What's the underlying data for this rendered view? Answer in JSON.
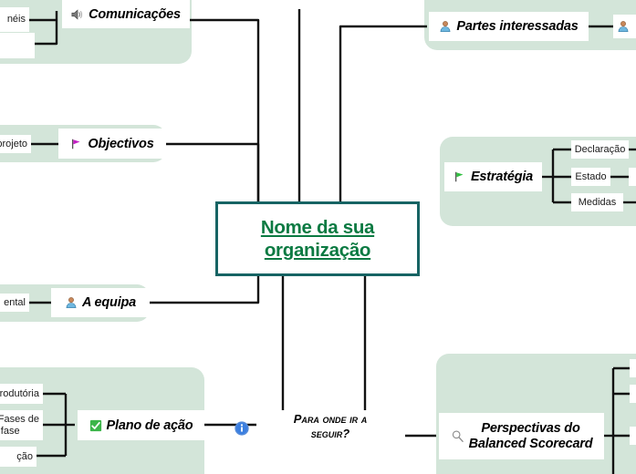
{
  "document": {
    "type": "mind-map",
    "central_node": {
      "label": "Nome da sua organização",
      "line1": "Nome da sua ",
      "line2": "organização",
      "text_color": "#0b7a42",
      "border_color": "#176464"
    },
    "panel_color": "#d3e5d9",
    "footer": {
      "caption_line1": "Para onde ir a",
      "caption_line2": "seguir?",
      "icon": "info-icon",
      "icon_color": "#2f6fd0"
    }
  },
  "branches": [
    {
      "id": "comunicacoes",
      "label": "Comunicações",
      "icon": "speaker-icon",
      "position": "top-left",
      "children": [
        {
          "label": "néis",
          "clipped": true
        },
        {
          "label": "",
          "clipped": true
        }
      ]
    },
    {
      "id": "objectivos",
      "label": "Objectivos",
      "icon": "flag-icon",
      "icon_color": "#c41fc4",
      "position": "left-upper",
      "children": [
        {
          "label": "projeto",
          "clipped": true
        }
      ]
    },
    {
      "id": "a-equipa",
      "label": "A equipa",
      "icon": "person-icon",
      "position": "left-lower",
      "children": [
        {
          "label": "ental",
          "clipped": true
        }
      ]
    },
    {
      "id": "plano-de-acao",
      "label": "Plano de ação",
      "icon": "checkbox-icon",
      "icon_color": "#3cb54a",
      "position": "bottom-left",
      "children": [
        {
          "label": "ntrodutória",
          "clipped": true
        },
        {
          "label": "oFases de\no fase",
          "clipped": true
        },
        {
          "label": "ção",
          "clipped": true
        }
      ]
    },
    {
      "id": "partes-interessadas",
      "label": "Partes interessadas",
      "icon": "person-icon",
      "position": "top-right",
      "children": [
        {
          "label": "",
          "icon": "person-icon",
          "clipped": true
        }
      ]
    },
    {
      "id": "estrategia",
      "label": "Estratégia",
      "icon": "flag-icon",
      "icon_color": "#2fbf3f",
      "position": "right",
      "children": [
        {
          "label": "Declaração",
          "clipped": false
        },
        {
          "label": "Estado",
          "clipped": false
        },
        {
          "label": "Medidas",
          "clipped": false
        }
      ],
      "grandchildren": [
        {
          "label": "",
          "parent": "Estado",
          "clipped": true
        }
      ]
    },
    {
      "id": "perspectivas-bsc",
      "label": "Perspectivas do Balanced Scorecard",
      "line1": "Perspectivas do",
      "line2": "Balanced Scorecard",
      "icon": "magnifier-icon",
      "position": "bottom-right",
      "children": [
        {
          "label": "",
          "clipped": true
        },
        {
          "label": "",
          "clipped": true
        },
        {
          "label": "",
          "clipped": true
        }
      ]
    }
  ]
}
